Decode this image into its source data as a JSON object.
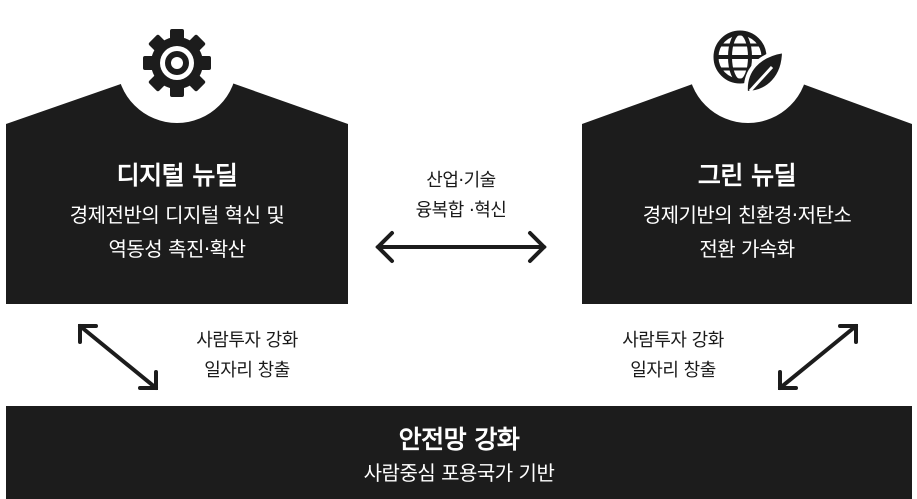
{
  "colors": {
    "box": "#1c1c1c",
    "text_on_dark": "#ffffff",
    "text": "#1a1a1a"
  },
  "digital": {
    "icon": "gear-icon",
    "title": "디지털 뉴딜",
    "desc_line1": "경제전반의 디지털 혁신 및",
    "desc_line2": "역동성 촉진·확산"
  },
  "green": {
    "icon": "globe-leaf-icon",
    "title": "그린 뉴딜",
    "desc_line1": "경제기반의 친환경·저탄소",
    "desc_line2": "전환 가속화"
  },
  "center_link": {
    "line1": "산업·기술",
    "line2": "융복합 ·혁신"
  },
  "left_link": {
    "line1": "사람투자 강화",
    "line2": "일자리 창출"
  },
  "right_link": {
    "line1": "사람투자 강화",
    "line2": "일자리 창출"
  },
  "safety_net": {
    "title": "안전망 강화",
    "desc": "사람중심 포용국가 기반"
  }
}
